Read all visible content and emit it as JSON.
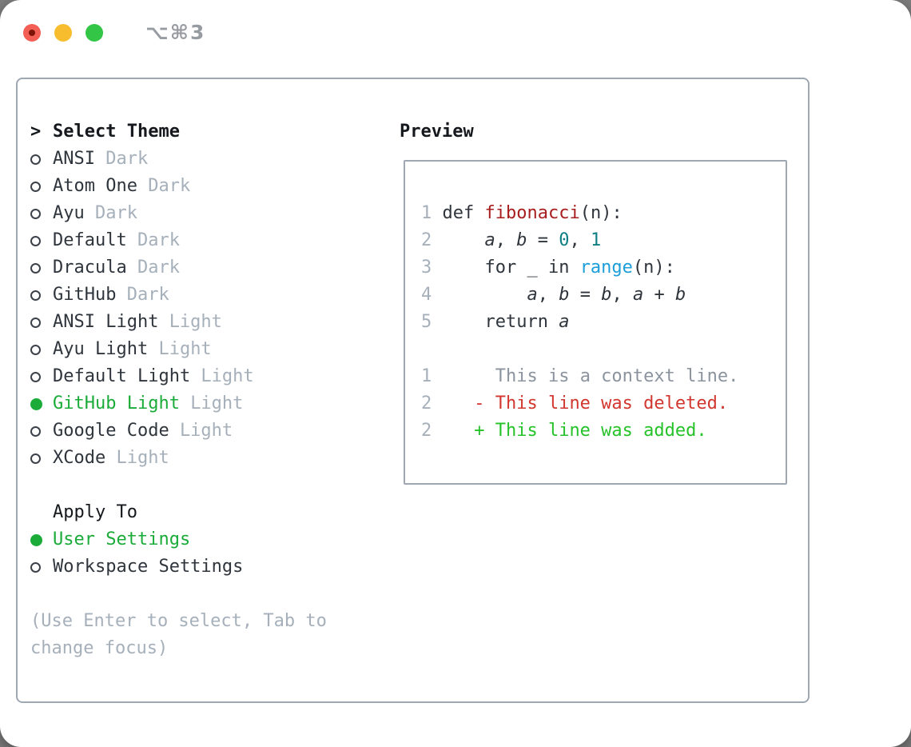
{
  "window": {
    "title": "⌥⌘3",
    "traffic_lights": [
      {
        "name": "close",
        "color": "#f45f55"
      },
      {
        "name": "minimize",
        "color": "#f7bd2f"
      },
      {
        "name": "zoom",
        "color": "#32c546"
      }
    ]
  },
  "theme_picker": {
    "pointer": ">",
    "header": "Select Theme",
    "themes": [
      {
        "name": "ANSI",
        "tag": "Dark",
        "selected": false
      },
      {
        "name": "Atom One",
        "tag": "Dark",
        "selected": false
      },
      {
        "name": "Ayu",
        "tag": "Dark",
        "selected": false
      },
      {
        "name": "Default",
        "tag": "Dark",
        "selected": false
      },
      {
        "name": "Dracula",
        "tag": "Dark",
        "selected": false
      },
      {
        "name": "GitHub",
        "tag": "Dark",
        "selected": false
      },
      {
        "name": "ANSI Light",
        "tag": "Light",
        "selected": false
      },
      {
        "name": "Ayu Light",
        "tag": "Light",
        "selected": false
      },
      {
        "name": "Default Light",
        "tag": "Light",
        "selected": false
      },
      {
        "name": "GitHub Light",
        "tag": "Light",
        "selected": true
      },
      {
        "name": "Google Code",
        "tag": "Light",
        "selected": false
      },
      {
        "name": "XCode",
        "tag": "Light",
        "selected": false
      }
    ],
    "apply_to": {
      "header": "Apply To",
      "options": [
        {
          "name": "User Settings",
          "selected": true
        },
        {
          "name": "Workspace Settings",
          "selected": false
        }
      ]
    },
    "hint_lines": [
      "(Use Enter to select, Tab to",
      "change focus)"
    ]
  },
  "preview": {
    "label": "Preview",
    "lines": [
      [
        {
          "t": "1",
          "c": "ln"
        },
        {
          "t": " def ",
          "c": "t"
        },
        {
          "t": "fibonacci",
          "c": "fn"
        },
        {
          "t": "(n):",
          "c": "t"
        }
      ],
      [
        {
          "t": "2",
          "c": "ln"
        },
        {
          "t": "     ",
          "c": "t"
        },
        {
          "t": "a",
          "c": "v"
        },
        {
          "t": ", ",
          "c": "t"
        },
        {
          "t": "b",
          "c": "v"
        },
        {
          "t": " = ",
          "c": "t"
        },
        {
          "t": "0",
          "c": "n"
        },
        {
          "t": ", ",
          "c": "t"
        },
        {
          "t": "1",
          "c": "n"
        }
      ],
      [
        {
          "t": "3",
          "c": "ln"
        },
        {
          "t": "     for _ in ",
          "c": "t"
        },
        {
          "t": "range",
          "c": "b"
        },
        {
          "t": "(n):",
          "c": "t"
        }
      ],
      [
        {
          "t": "4",
          "c": "ln"
        },
        {
          "t": "         ",
          "c": "t"
        },
        {
          "t": "a",
          "c": "v"
        },
        {
          "t": ", ",
          "c": "t"
        },
        {
          "t": "b",
          "c": "v"
        },
        {
          "t": " = ",
          "c": "t"
        },
        {
          "t": "b",
          "c": "v"
        },
        {
          "t": ", ",
          "c": "t"
        },
        {
          "t": "a",
          "c": "v"
        },
        {
          "t": " + ",
          "c": "t"
        },
        {
          "t": "b",
          "c": "v"
        }
      ],
      [
        {
          "t": "5",
          "c": "ln"
        },
        {
          "t": "     return ",
          "c": "t"
        },
        {
          "t": "a",
          "c": "v"
        }
      ],
      [],
      [
        {
          "t": "1",
          "c": "ln"
        },
        {
          "t": "      ",
          "c": "t"
        },
        {
          "t": "This is a context line.",
          "c": "ctx"
        }
      ],
      [
        {
          "t": "2",
          "c": "ln"
        },
        {
          "t": "    ",
          "c": "t"
        },
        {
          "t": "- This line was deleted.",
          "c": "del"
        }
      ],
      [
        {
          "t": "2",
          "c": "ln"
        },
        {
          "t": "    ",
          "c": "t"
        },
        {
          "t": "+ This line was added.",
          "c": "add"
        }
      ]
    ]
  },
  "colors": {
    "accent_green": "#1aab39",
    "added_green": "#26c22a",
    "deleted_red": "#d1372e",
    "function_red": "#a81d1d",
    "number_teal": "#0d7e83",
    "builtin_blue": "#1c9ed9",
    "text_dark": "#2f353c",
    "muted": "#a6b0bb",
    "context_gray": "#8b949e",
    "border": "#9fa8b2"
  }
}
